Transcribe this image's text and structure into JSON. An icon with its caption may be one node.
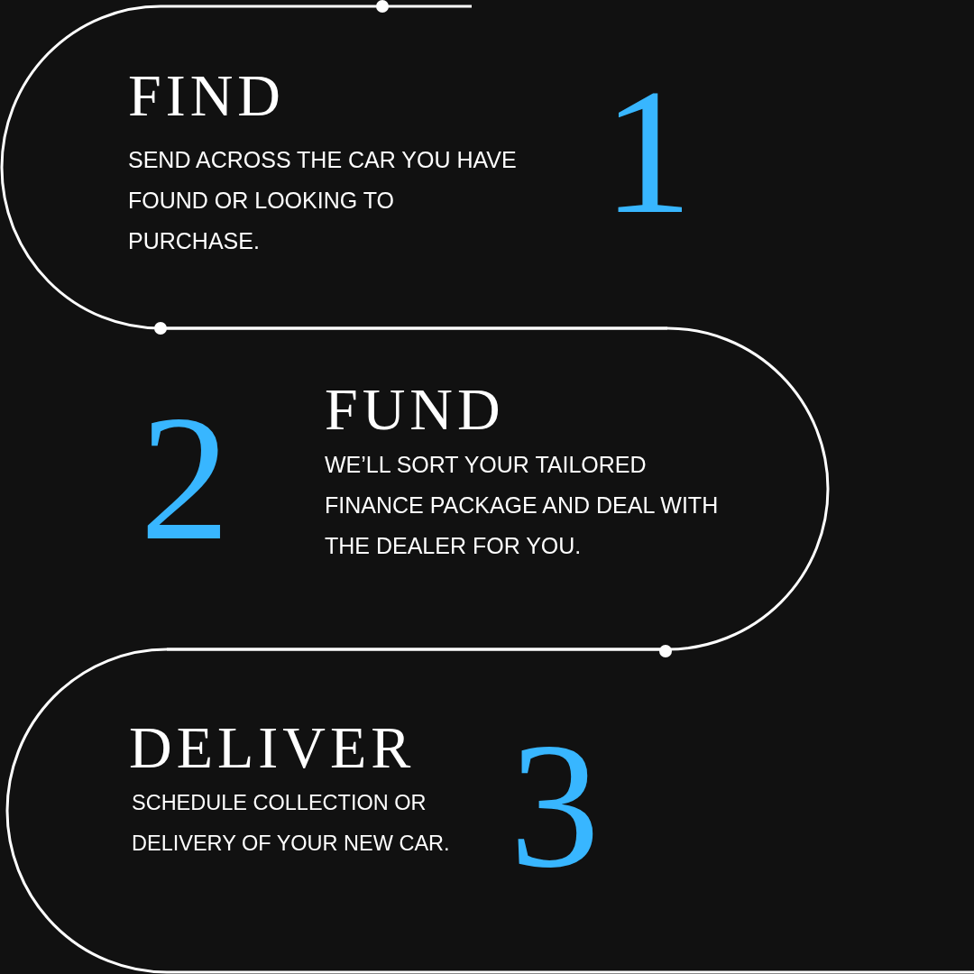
{
  "diagram": {
    "nodes": [
      {
        "text": [
          "FIND",
          "SEND ACROSS THE CAR YOU HAVE FOUND OR LOOKING TO PURCHASE.",
          "1"
        ]
      },
      {
        "text": [
          "2",
          "FUND",
          "WE’LL SORT YOUR TAILORED FINANCE PACKAGE AND DEAL WITH THE DEALER FOR YOU."
        ]
      },
      {
        "text": [
          "DELIVER",
          "SCHEDULE COLLECTION OR DELIVERY OF YOUR NEW CAR.",
          "3"
        ]
      }
    ]
  }
}
